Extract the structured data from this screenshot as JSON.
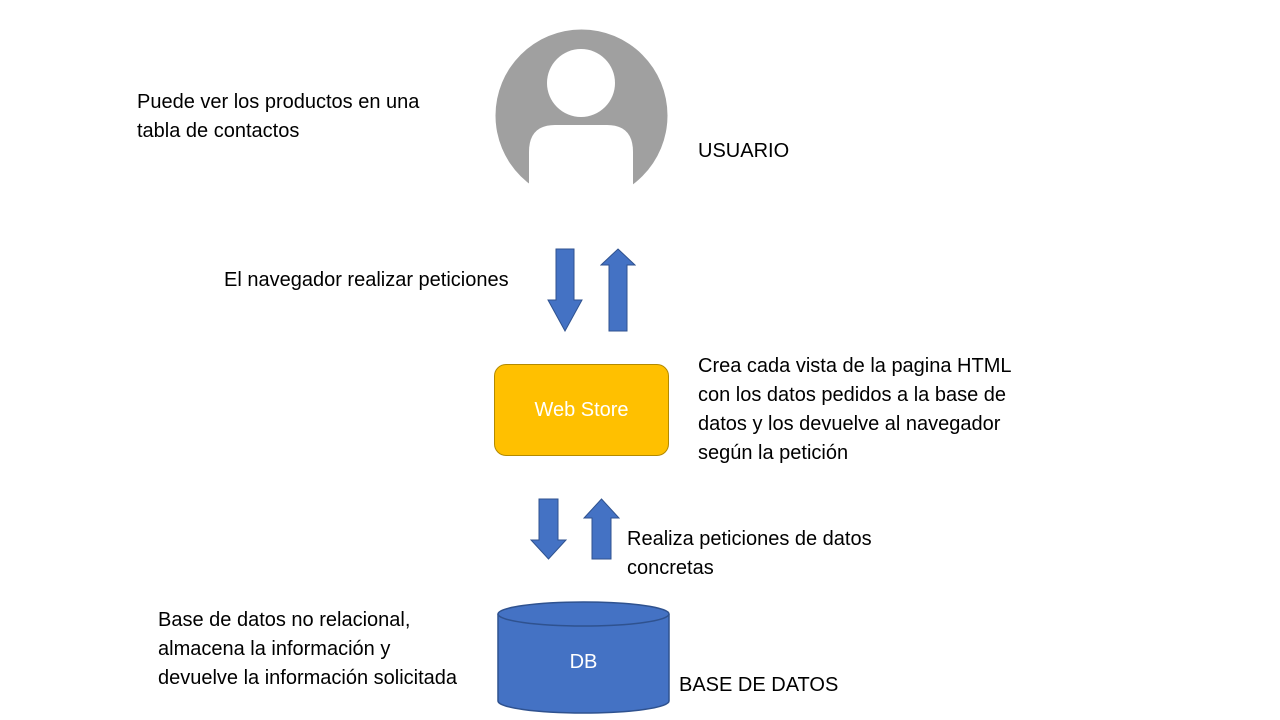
{
  "user": {
    "description": "Puede ver los productos en una\ntabla de contactos",
    "label": "USUARIO",
    "icon": "user-avatar-icon"
  },
  "browser_requests": {
    "label": "El navegador realizar peticiones"
  },
  "web_store": {
    "box_label": "Web Store",
    "description": "Crea cada vista de la pagina HTML\ncon los datos pedidos a la base de\ndatos y los devuelve al navegador\nsegún la petición"
  },
  "data_requests": {
    "label": "Realiza peticiones de datos\nconcretas"
  },
  "database": {
    "description": "Base de datos no relacional,\nalmacena la información  y\ndevuelve la información solicitada",
    "cylinder_label": "DB",
    "label": "BASE DE DATOS"
  },
  "colors": {
    "avatar": "#a0a0a0",
    "web_store_fill": "#ffc000",
    "arrow_fill": "#4472c4",
    "arrow_stroke": "#2f528f",
    "db_fill": "#4472c4",
    "db_stroke": "#2f528f"
  }
}
